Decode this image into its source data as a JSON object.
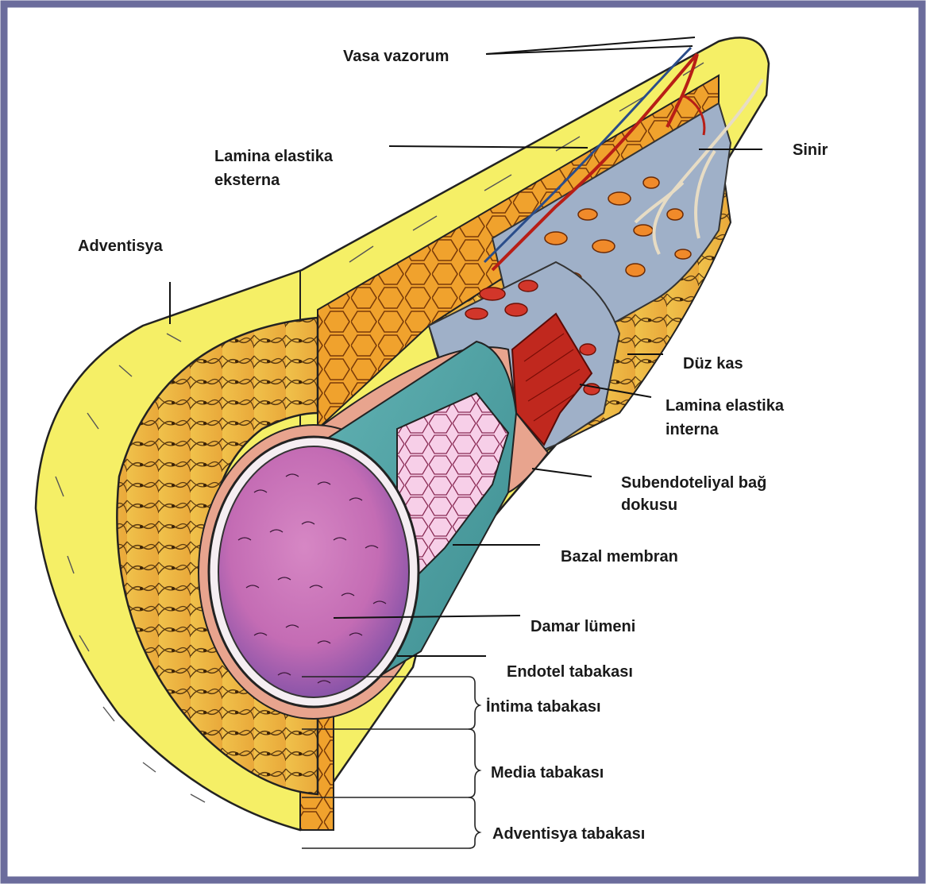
{
  "colors": {
    "border": "#6b6c9c",
    "adventitia": "#f5ef66",
    "media": "#f2c64f",
    "cut_face": "#f0a22d",
    "lumen": "#c065b0",
    "basal": "#4d9ea1",
    "endothelium": "#f6c6e6",
    "elastic": "#9fb0c8",
    "vessel_red": "#c0281e",
    "nerve": "#e7dcc4"
  },
  "labels": {
    "vasa_vazorum": "Vasa vazorum",
    "sinir": "Sinir",
    "lamina_externa_1": "Lamina elastika",
    "lamina_externa_2": "eksterna",
    "adventisya": "Adventisya",
    "duz_kas": "Düz kas",
    "lamina_interna_1": "Lamina elastika",
    "lamina_interna_2": "interna",
    "subendotel_1": "Subendoteliyal bağ",
    "subendotel_2": "dokusu",
    "bazal": "Bazal membran",
    "lumen": "Damar lümeni",
    "endotel": "Endotel tabakası",
    "intima": "İntima tabakası",
    "media": "Media tabakası",
    "adventisya_tabakasi": "Adventisya tabakası"
  }
}
